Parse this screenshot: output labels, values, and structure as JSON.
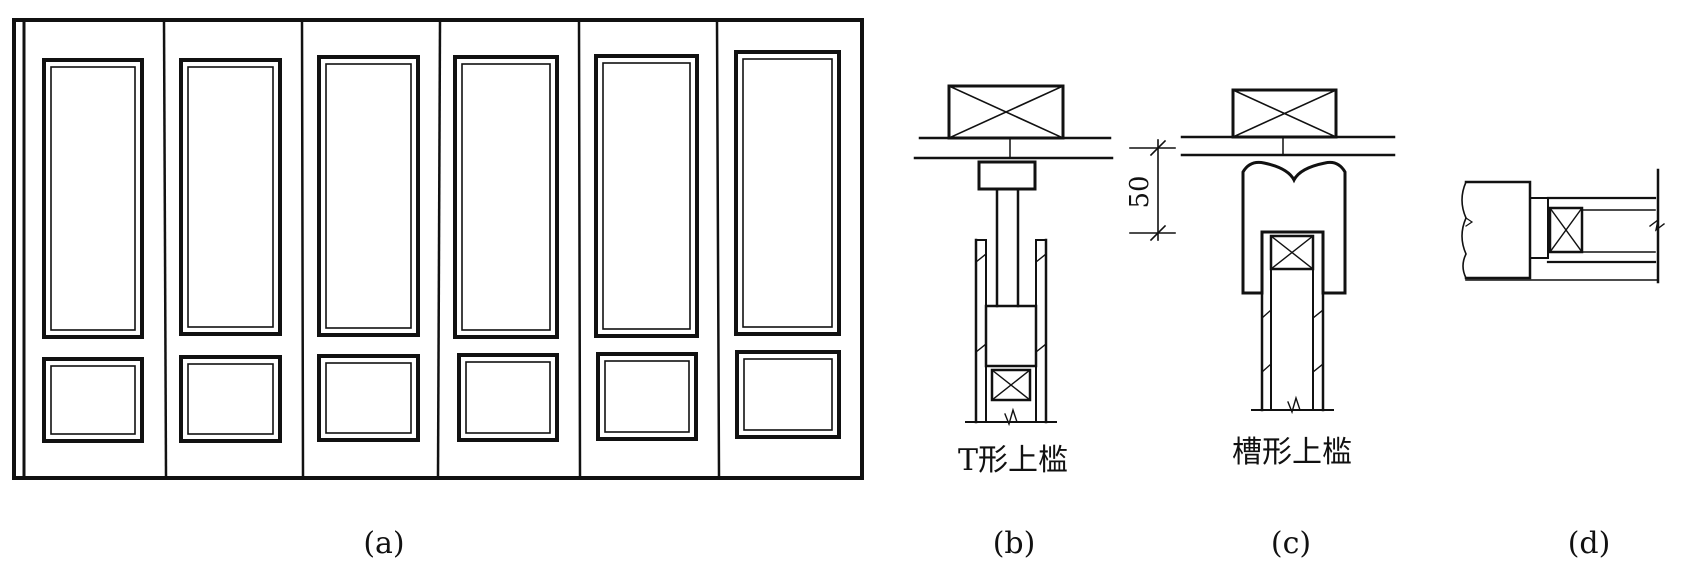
{
  "figure": {
    "panels": [
      {
        "id": "a",
        "caption": "(a)"
      },
      {
        "id": "b",
        "caption": "(b)",
        "label": "T形上槛"
      },
      {
        "id": "c",
        "caption": "(c)",
        "label": "槽形上槛"
      },
      {
        "id": "d",
        "caption": "(d)"
      }
    ],
    "dimension": "50",
    "door_leaf_count": 6
  }
}
